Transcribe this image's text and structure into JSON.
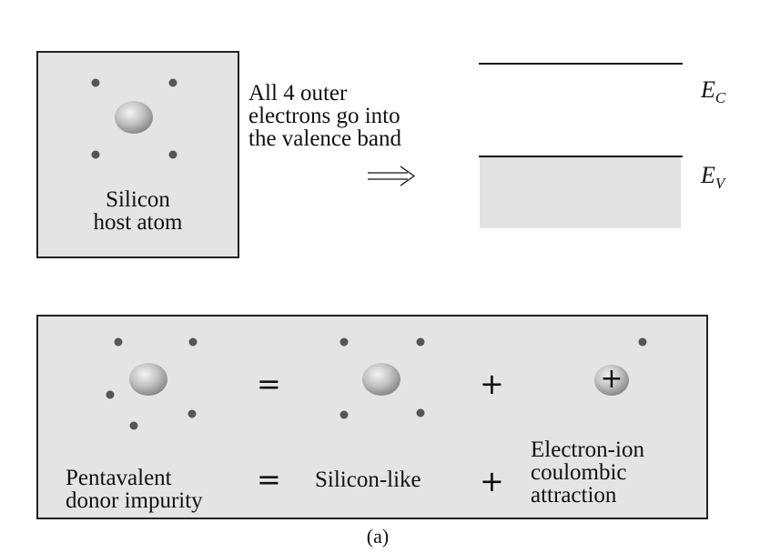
{
  "host": {
    "line1": "Silicon",
    "line2": "host atom"
  },
  "arrow_text": {
    "line1": "All 4 outer",
    "line2": "electrons go into",
    "line3": "the valence band"
  },
  "bands": {
    "ec_main": "E",
    "ec_sub": "C",
    "ev_main": "E",
    "ev_sub": "V"
  },
  "equation": {
    "equals": "=",
    "plus": "+",
    "ion_sign": "+",
    "label_donor_line1": "Pentavalent",
    "label_donor_line2": "donor impurity",
    "label_silicon_like": "Silicon-like",
    "label_coulomb_line1": "Electron-ion",
    "label_coulomb_line2": "coulombic",
    "label_coulomb_line3": "attraction"
  },
  "caption": "(a)",
  "colors": {
    "panel": "#e4e4e4",
    "band_fill": "#e2e2e2",
    "electron": "#555555",
    "line": "#111111"
  }
}
